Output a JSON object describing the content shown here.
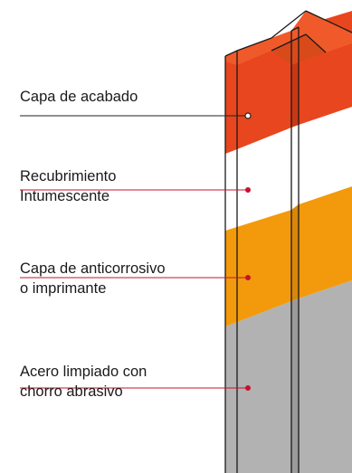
{
  "layers": [
    {
      "id": "finish",
      "lines": [
        "Capa de acabado"
      ],
      "color": "#e8461e"
    },
    {
      "id": "intumescent",
      "lines": [
        "Recubrimiento",
        "Intumescente"
      ],
      "color": "#ffffff"
    },
    {
      "id": "primer",
      "lines": [
        "Capa de anticorrosivo",
        "o imprimante"
      ],
      "color": "#f29a0c"
    },
    {
      "id": "steel",
      "lines": [
        "Acero limpiado con",
        "chorro abrasivo"
      ],
      "color": "#b2b2b2"
    }
  ],
  "colors": {
    "leader_line": "#c8102e",
    "first_leader_line": "#222222",
    "outline": "#1a1a1a"
  }
}
